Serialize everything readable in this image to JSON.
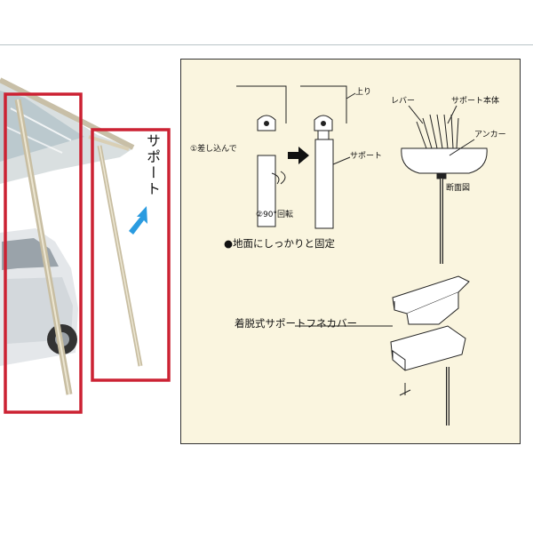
{
  "photo": {
    "support_label": "サポート"
  },
  "diagram": {
    "step1": "①差し込んで",
    "step2": "②90°回転",
    "up": "上り",
    "support": "サポート",
    "lever": "レバー",
    "support_body": "サポート本体",
    "anchor": "アンカー",
    "section": "断面図",
    "ground_note": "●地面にしっかりと固定",
    "cover": "着脱式サポートフネカバー"
  },
  "colors": {
    "panel_bg": "#faf5df",
    "highlight_frame": "#cc2233",
    "arrow": "#2a9be0"
  }
}
